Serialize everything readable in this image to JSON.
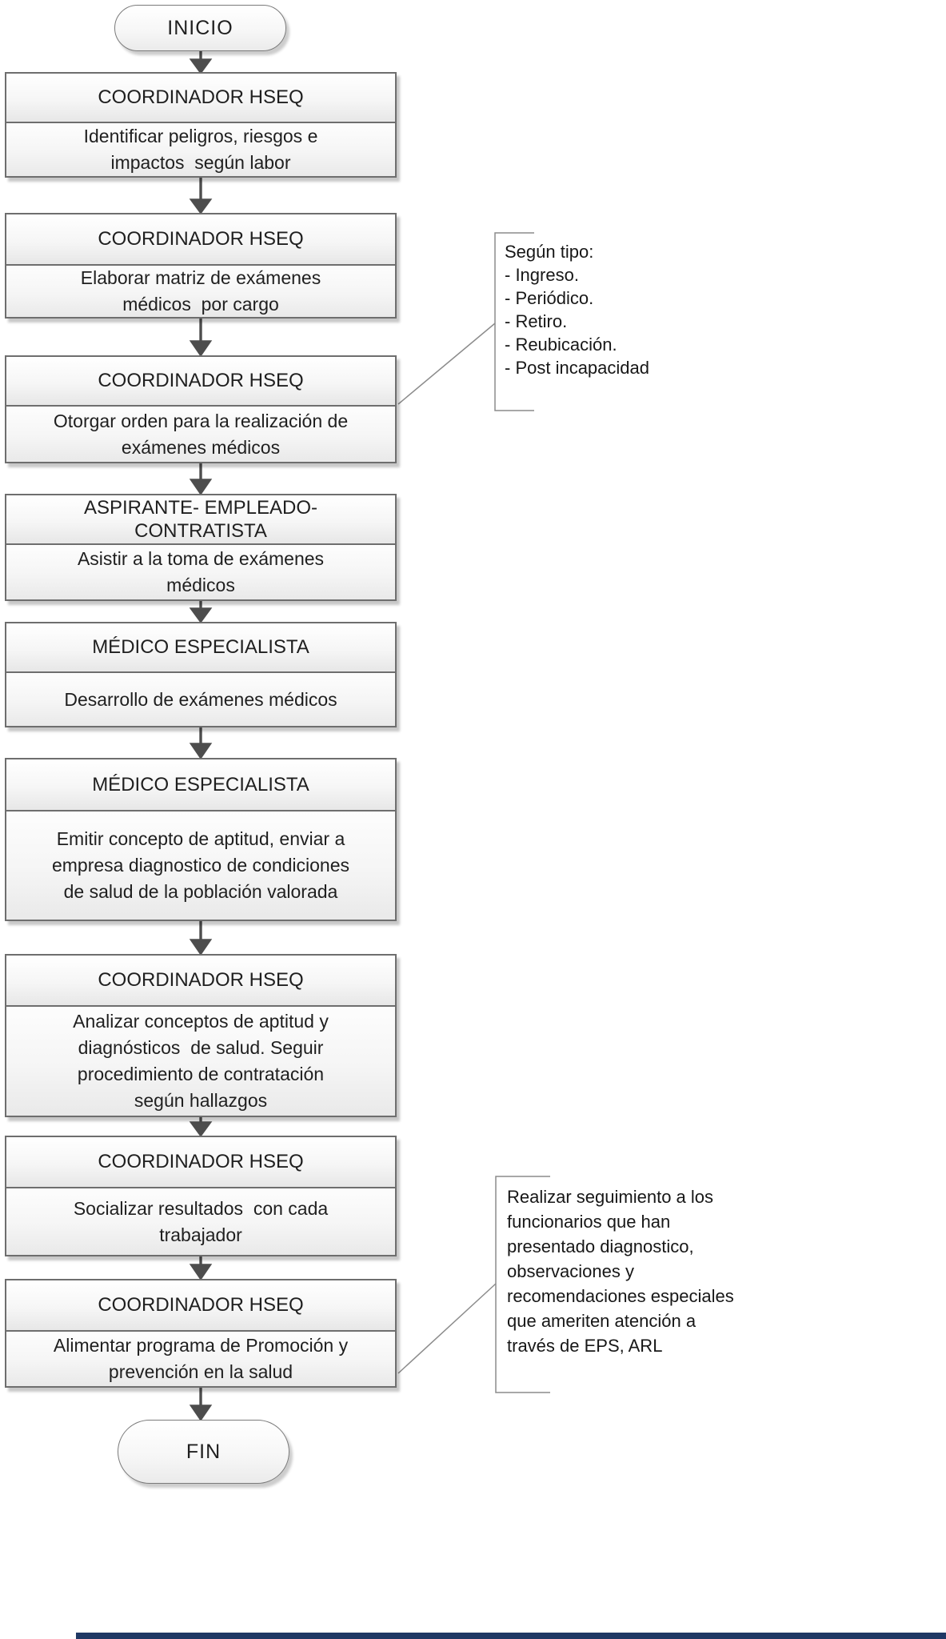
{
  "flowchart": {
    "start": {
      "label": "INICIO"
    },
    "end": {
      "label": "FIN"
    },
    "steps": [
      {
        "role": "COORDINADOR HSEQ",
        "action": "Identificar peligros, riesgos e\nimpactos  según labor"
      },
      {
        "role": "COORDINADOR HSEQ",
        "action": "Elaborar matriz de exámenes\nmédicos  por cargo"
      },
      {
        "role": "COORDINADOR HSEQ",
        "action": "Otorgar orden para la realización de\nexámenes médicos"
      },
      {
        "role": "ASPIRANTE- EMPLEADO-\nCONTRATISTA",
        "action": "Asistir a la toma de exámenes\nmédicos"
      },
      {
        "role": "MÉDICO ESPECIALISTA",
        "action": "Desarrollo de exámenes médicos"
      },
      {
        "role": "MÉDICO ESPECIALISTA",
        "action": "Emitir concepto de aptitud, enviar a\nempresa diagnostico de condiciones\nde salud de la población valorada"
      },
      {
        "role": "COORDINADOR HSEQ",
        "action": "Analizar conceptos de aptitud y\ndiagnósticos  de salud. Seguir\nprocedimiento de contratación\nsegún hallazgos"
      },
      {
        "role": "COORDINADOR HSEQ",
        "action": "Socializar resultados  con cada\ntrabajador"
      },
      {
        "role": "COORDINADOR HSEQ",
        "action": "Alimentar programa de Promoción y\nprevención en la salud"
      }
    ],
    "annotations": [
      {
        "lines": [
          "Según tipo:",
          "- Ingreso.",
          "- Periódico.",
          "- Retiro.",
          "- Reubicación.",
          "- Post incapacidad"
        ]
      },
      {
        "lines": [
          "Realizar seguimiento a los",
          "funcionarios que han",
          "presentado diagnostico,",
          "observaciones y",
          "recomendaciones especiales",
          "que ameriten atención a",
          "través de EPS, ARL"
        ]
      }
    ],
    "colors": {
      "box_border": "#6e6e6e",
      "arrow": "#4d4d4d",
      "callout_line": "#8c8c8c",
      "text": "#1f1f1f",
      "footer_bar": "#1f3864"
    }
  }
}
